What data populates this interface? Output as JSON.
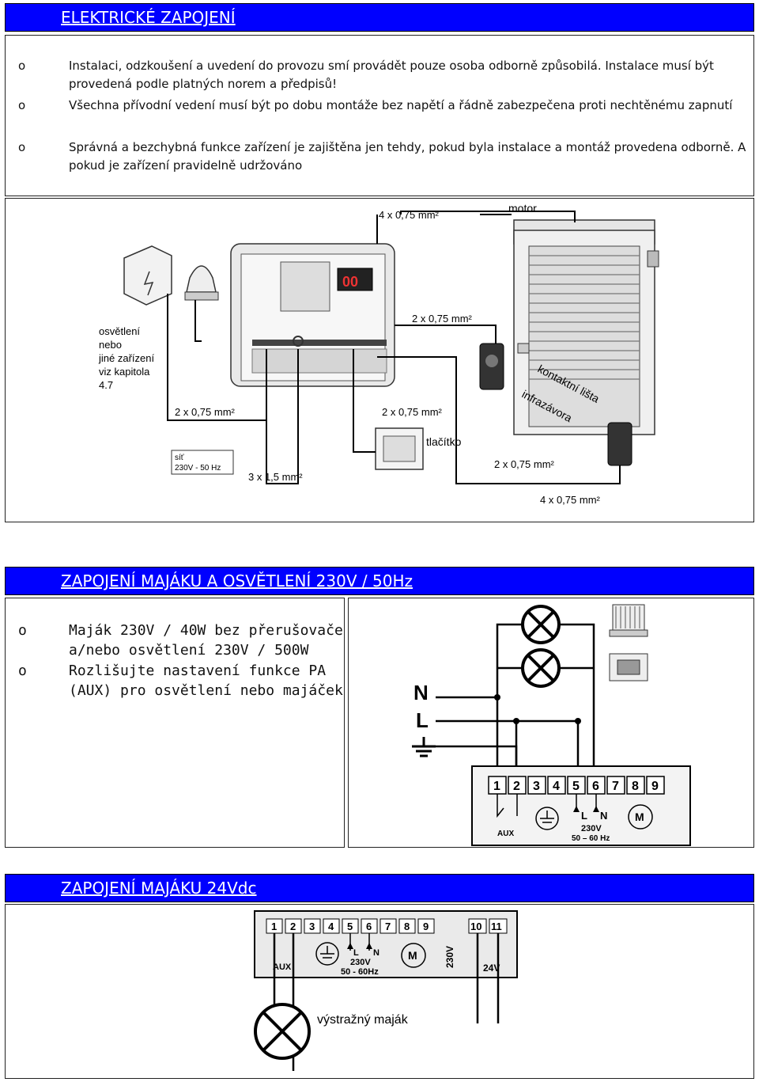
{
  "section1": {
    "title": "ELEKTRICKÉ ZAPOJENÍ",
    "bullet_symbol": "o",
    "bullets": [
      "Instalaci, odzkoušení a uvedení do provozu smí provádět pouze osoba odborně způsobilá. Instalace musí být provedená podle platných norem a předpisů!",
      "Všechna přívodní vedení musí být po dobu montáže bez napětí a řádně zabezpečena proti nechtěnému zapnutí",
      "Správná a bezchybná funkce zařízení je zajištěna jen tehdy, pokud byla instalace a montáž provedena odborně. A pokud je zařízení pravidelně udržováno"
    ],
    "diagram": {
      "label_motor": "motor",
      "cable_top": "4 x 0,75 mm²",
      "cable_motor": "2 x 0,75 mm²",
      "lighting_lines": [
        "osvětlení",
        "nebo",
        "jiné zařízení",
        "viz kapitola",
        "4.7"
      ],
      "cable_lighting": "2 x 0,75 mm²",
      "cable_button": "2 x 0,75 mm²",
      "label_button": "tlačítko",
      "mains_lines": [
        "síť",
        "230V - 50 Hz"
      ],
      "cable_mains": "3 x 1,5 mm²",
      "label_contact_strip": "kontaktní lišta",
      "label_photocell": "infrazávora",
      "cable_photocell": "2 x 0,75 mm²",
      "cable_bottom": "4 x 0,75 mm²",
      "display": "00"
    }
  },
  "section2": {
    "title": "ZAPOJENÍ MAJÁKU A OSVĚTLENÍ 230V / 50Hz",
    "bullet_symbol": "o",
    "bullets": [
      "Maják 230V / 40W bez přerušovače a/nebo osvětlení 230V / 500W",
      "Rozlišujte nastavení funkce PA (AUX) pro osvětlení nebo majáček"
    ],
    "diagram": {
      "label_n": "N",
      "label_l": "L",
      "terminals": [
        "1",
        "2",
        "3",
        "4",
        "5",
        "6",
        "7",
        "8",
        "9"
      ],
      "label_aux": "AUX",
      "label_230v": "230V",
      "label_freq": "50 – 60 Hz",
      "label_l_small": "L",
      "label_n_small": "N",
      "label_m": "M"
    }
  },
  "section3": {
    "title": "ZAPOJENÍ MAJÁKU 24Vdc",
    "diagram": {
      "terminals": [
        "1",
        "2",
        "3",
        "4",
        "5",
        "6",
        "7",
        "8",
        "9"
      ],
      "terminals_right": [
        "10",
        "11"
      ],
      "label_aux": "AUX",
      "label_230v": "230V",
      "label_freq": "50 - 60Hz",
      "label_l_small": "L",
      "label_n_small": "N",
      "label_m": "M",
      "label_230v_vertical": "230V",
      "label_24v": "24V",
      "label_beacon": "výstražný maják"
    }
  }
}
